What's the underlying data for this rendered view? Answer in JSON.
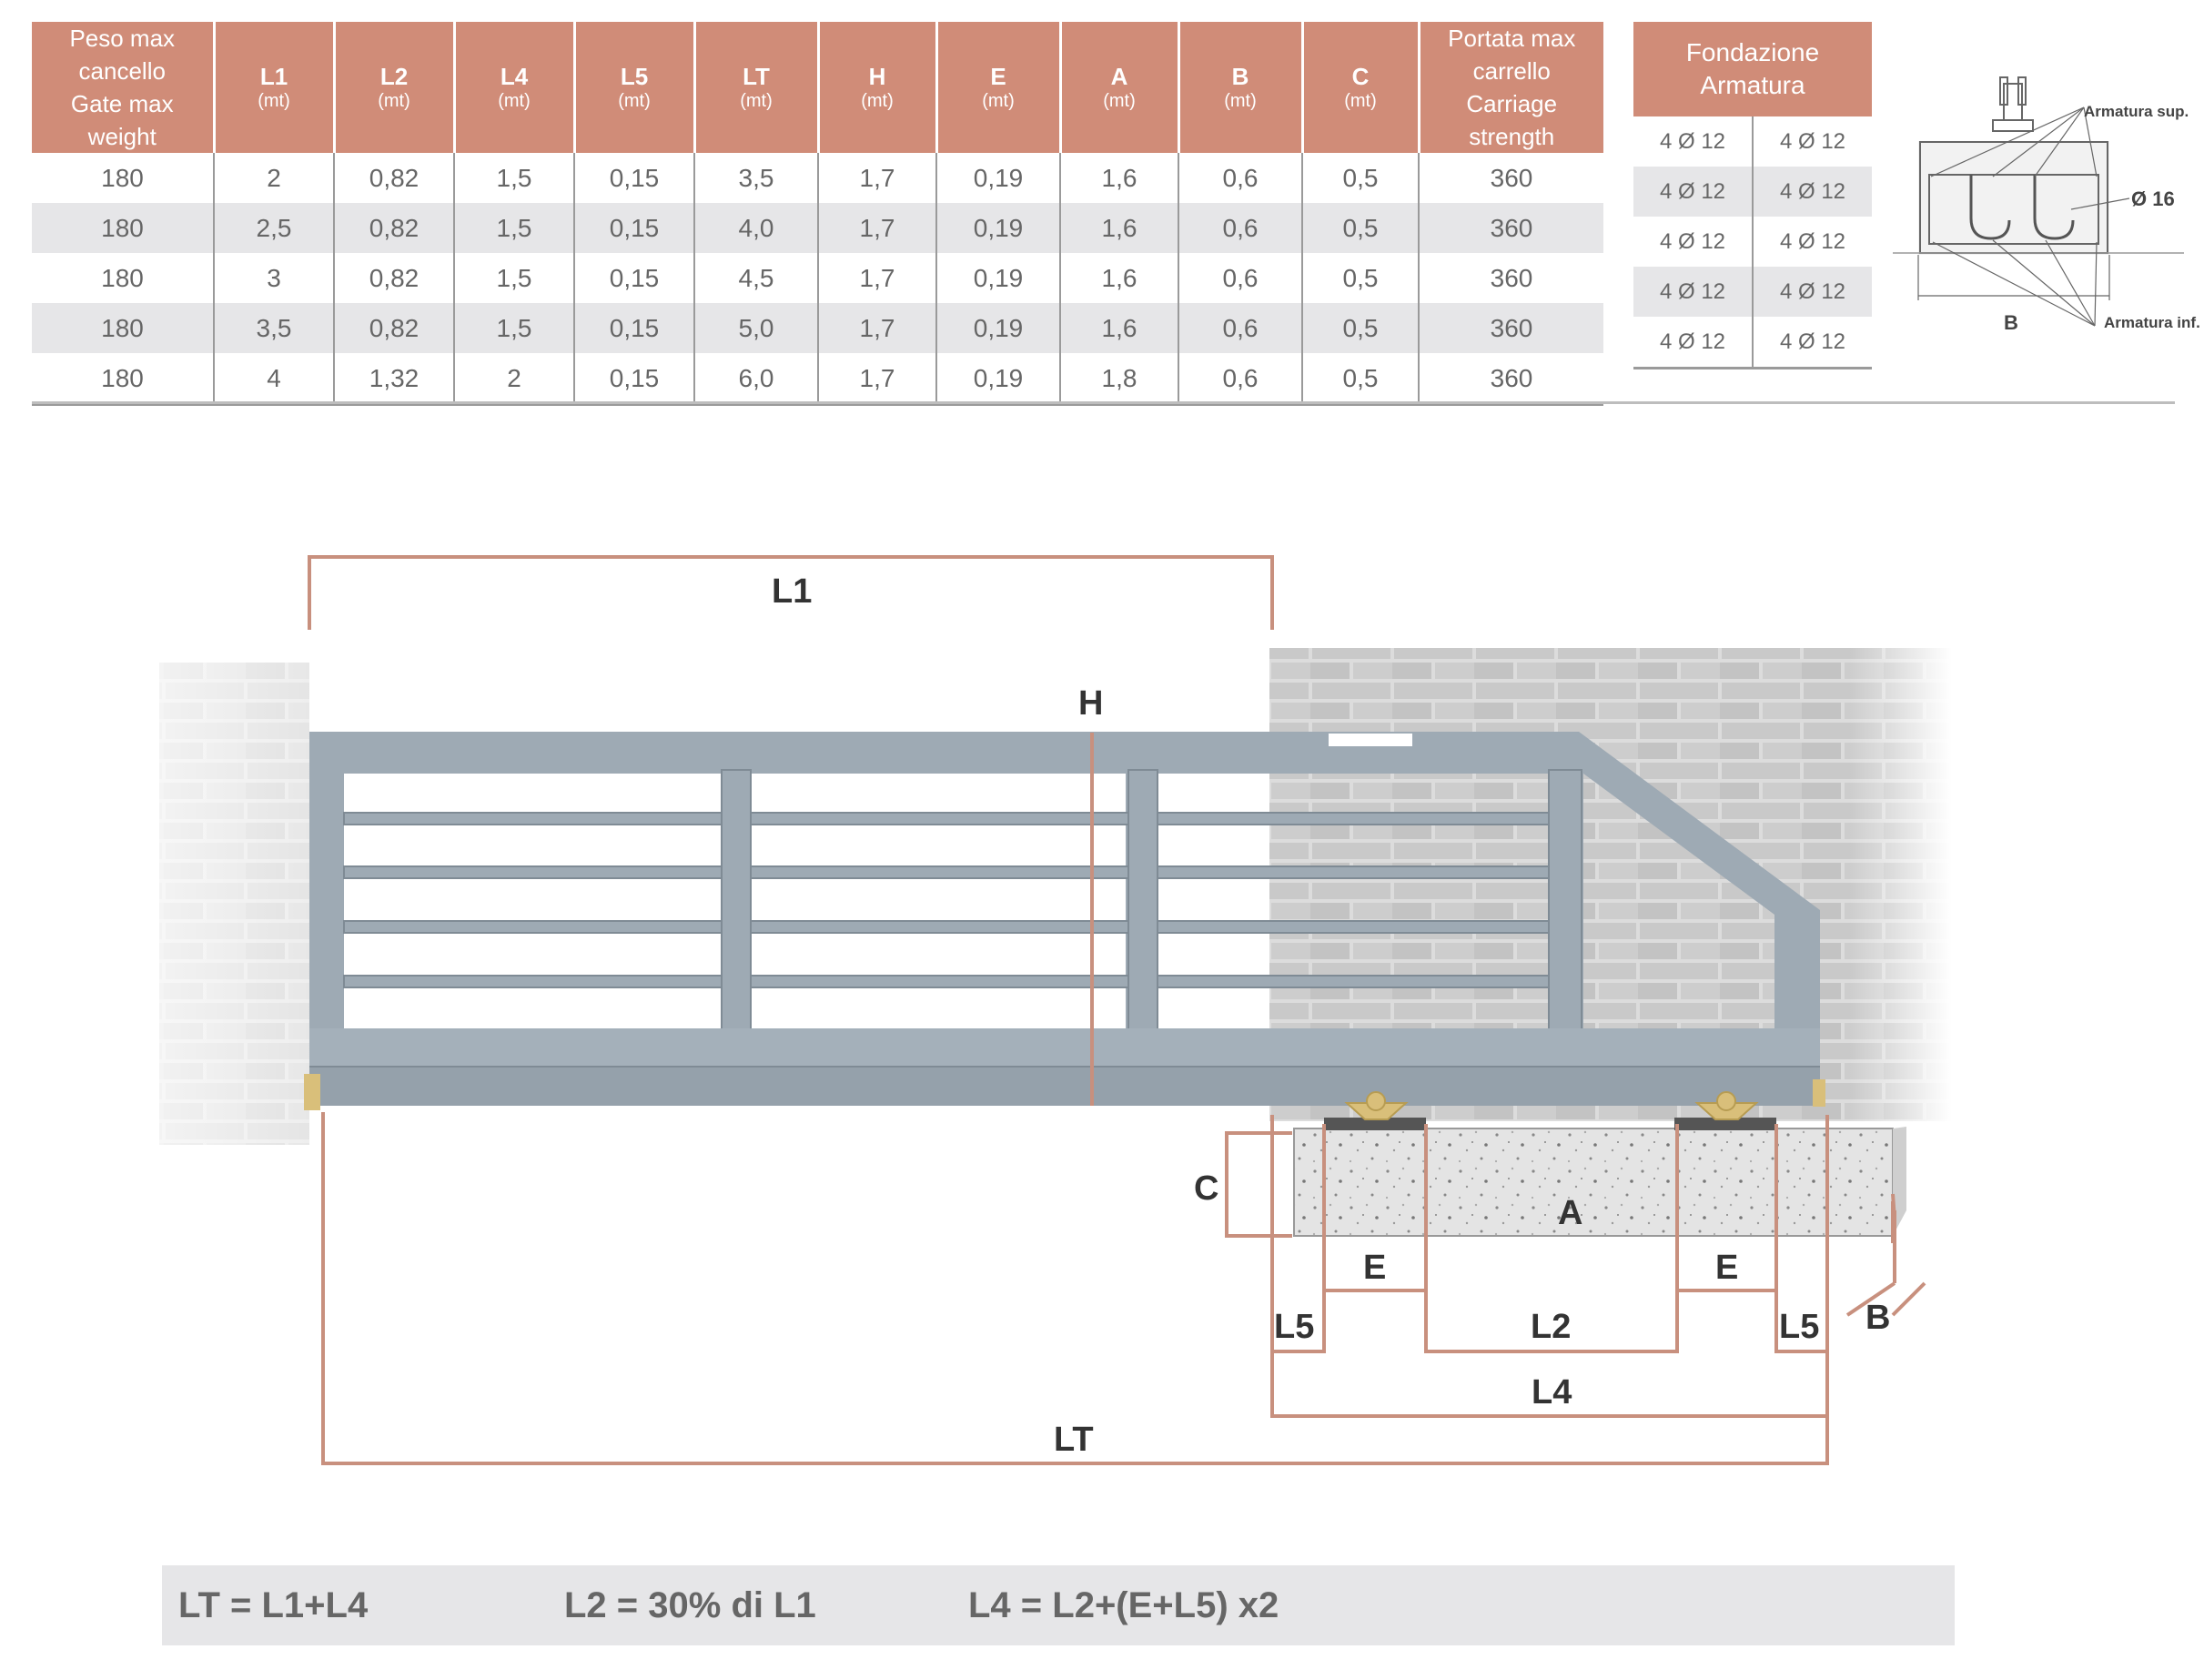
{
  "spec_table": {
    "headers": [
      {
        "l1": "Peso max cancello",
        "l2": "Gate max weight",
        "wide": true
      },
      {
        "l1": "L1",
        "l2": "(mt)"
      },
      {
        "l1": "L2",
        "l2": "(mt)"
      },
      {
        "l1": "L4",
        "l2": "(mt)"
      },
      {
        "l1": "L5",
        "l2": "(mt)"
      },
      {
        "l1": "LT",
        "l2": "(mt)"
      },
      {
        "l1": "H",
        "l2": "(mt)"
      },
      {
        "l1": "E",
        "l2": "(mt)"
      },
      {
        "l1": "A",
        "l2": "(mt)"
      },
      {
        "l1": "B",
        "l2": "(mt)"
      },
      {
        "l1": "C",
        "l2": "(mt)"
      },
      {
        "l1": "Portata max carrello",
        "l2": "Carriage strength",
        "wide": true
      }
    ],
    "rows": [
      [
        "180",
        "2",
        "0,82",
        "1,5",
        "0,15",
        "3,5",
        "1,7",
        "0,19",
        "1,6",
        "0,6",
        "0,5",
        "360"
      ],
      [
        "180",
        "2,5",
        "0,82",
        "1,5",
        "0,15",
        "4,0",
        "1,7",
        "0,19",
        "1,6",
        "0,6",
        "0,5",
        "360"
      ],
      [
        "180",
        "3",
        "0,82",
        "1,5",
        "0,15",
        "4,5",
        "1,7",
        "0,19",
        "1,6",
        "0,6",
        "0,5",
        "360"
      ],
      [
        "180",
        "3,5",
        "0,82",
        "1,5",
        "0,15",
        "5,0",
        "1,7",
        "0,19",
        "1,6",
        "0,6",
        "0,5",
        "360"
      ],
      [
        "180",
        "4",
        "1,32",
        "2",
        "0,15",
        "6,0",
        "1,7",
        "0,19",
        "1,8",
        "0,6",
        "0,5",
        "360"
      ]
    ]
  },
  "foundation_table": {
    "header_line1": "Fondazione",
    "header_line2": "Armatura",
    "rows": [
      [
        "4 Ø 12",
        "4 Ø 12"
      ],
      [
        "4 Ø 12",
        "4 Ø 12"
      ],
      [
        "4 Ø 12",
        "4 Ø 12"
      ],
      [
        "4 Ø 12",
        "4 Ø 12"
      ],
      [
        "4 Ø 12",
        "4 Ø 12"
      ]
    ]
  },
  "section_diagram": {
    "label_top": "Armatura sup.",
    "label_diameter": "Ø 16",
    "label_width": "B",
    "label_bottom": "Armatura inf."
  },
  "gate_diagram": {
    "labels": {
      "l1": "L1",
      "h": "H",
      "c": "C",
      "a": "A",
      "e_left": "E",
      "e_right": "E",
      "l5_left": "L5",
      "l5_right": "L5",
      "l2": "L2",
      "b": "B",
      "l4": "L4",
      "lt": "LT"
    },
    "colors": {
      "dimension": "#c8907e",
      "gate": "#9eaab4",
      "gate_dark": "#7f8b95",
      "concrete": "#e2e2e2",
      "brass": "#d9bf7a"
    }
  },
  "formulas": {
    "lt": "LT = L1+L4",
    "l2": "L2 = 30% di L1",
    "l4": "L4 = L2+(E+L5) x2"
  }
}
